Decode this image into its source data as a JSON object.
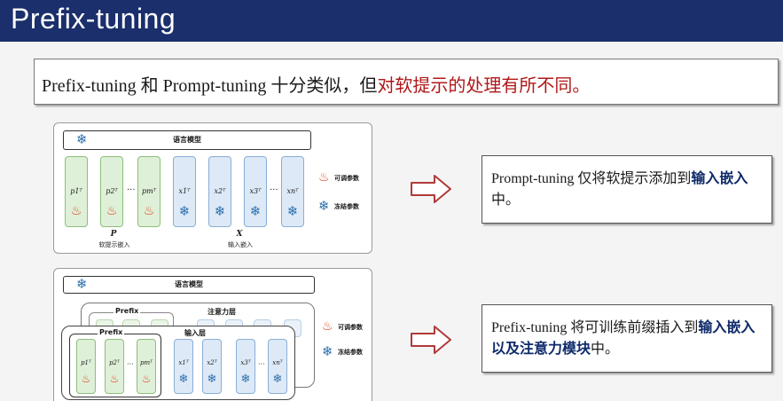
{
  "slide": {
    "title": "Prefix-tuning",
    "intro": {
      "part1": "Prefix-tuning 和 Prompt-tuning 十分类似，但",
      "part2": "对软提示的处理有所不同。"
    }
  },
  "diagram_top": {
    "lm_label": "语言模型",
    "prompt_symbols": [
      "p1ᵀ",
      "p2ᵀ",
      "pmᵀ"
    ],
    "input_symbols": [
      "x1ᵀ",
      "x2ᵀ",
      "x3ᵀ",
      "xnᵀ"
    ],
    "ellipsis": "···",
    "p_var": "P",
    "p_caption": "软提示嵌入",
    "x_var": "X",
    "x_caption": "输入嵌入",
    "legend_trainable": "可调参数",
    "legend_frozen": "冻结参数"
  },
  "diagram_bottom": {
    "lm_label": "语言模型",
    "prefix_label": "Prefix",
    "attention_label": "注意力层",
    "input_layer_label": "输入层",
    "prompt_symbols": [
      "p1ᵀ",
      "p2ᵀ",
      "pmᵀ"
    ],
    "input_symbols": [
      "x1ᵀ",
      "x2ᵀ",
      "x3ᵀ",
      "xnᵀ"
    ],
    "ellipsis": "···",
    "legend_trainable": "可调参数",
    "legend_frozen": "冻结参数"
  },
  "explanations": {
    "prompt": {
      "part1": "Prompt-tuning  仅将软提示添加到",
      "part2": "输入嵌入",
      "part3": "中。"
    },
    "prefix": {
      "part1": "Prefix-tuning  将可训练前缀插入到",
      "part2": "输入嵌入以及注意力模块",
      "part3": "中。"
    }
  },
  "colors": {
    "title_bar": "#1a2f6b",
    "highlight_red": "#b01818",
    "highlight_blue": "#0e2a6a",
    "trainable_green": "#dff0d8",
    "frozen_blue": "#dde9f6",
    "arrow": "#b03a3a"
  },
  "icons": {
    "trainable": "fire-icon",
    "frozen": "snowflake-icon",
    "arrow": "arrow-right-outline-icon"
  }
}
